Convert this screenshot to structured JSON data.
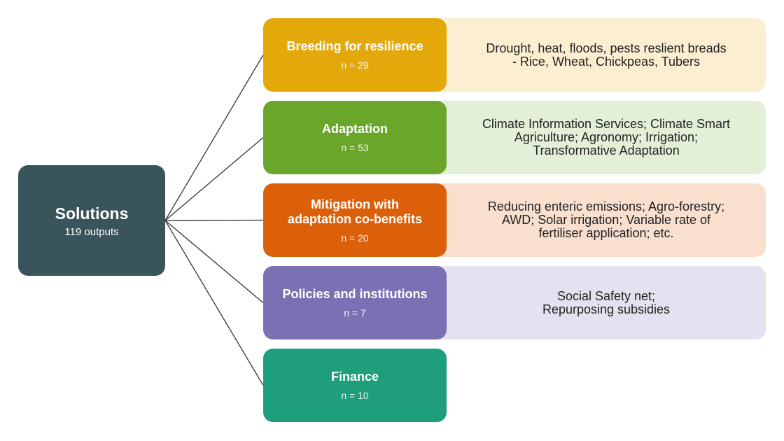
{
  "root": {
    "title": "Solutions",
    "subtitle": "119 outputs",
    "color": "#3a545c"
  },
  "categories": [
    {
      "title": "Breeding for resilience",
      "count": "n = 29",
      "color": "#e3a80a",
      "desc_color": "#fcefd1",
      "description": "Drought, heat, floods, pests reslient breads\n- Rice, Wheat, Chickpeas, Tubers"
    },
    {
      "title": "Adaptation",
      "count": "n = 53",
      "color": "#6aa62a",
      "desc_color": "#e3efd6",
      "description": "Climate Information Services; Climate Smart\nAgriculture; Agronomy; Irrigation;\nTransformative Adaptation"
    },
    {
      "title": "Mitigation with adaptation co-benefits",
      "count": "n = 20",
      "color": "#dc5f0a",
      "desc_color": "#f8dfce",
      "description": "Reducing enteric emissions; Agro-forestry;\nAWD; Solar irrigation; Variable rate of\nfertiliser application; etc."
    },
    {
      "title": "Policies and institutions",
      "count": "n = 7",
      "color": "#7a71b5",
      "desc_color": "#e4e2f0",
      "description": "Social Safety net;\nRepurposing subsidies"
    },
    {
      "title": "Finance",
      "count": "n = 10",
      "color": "#1e9e7b",
      "desc_color": "",
      "description": ""
    }
  ]
}
